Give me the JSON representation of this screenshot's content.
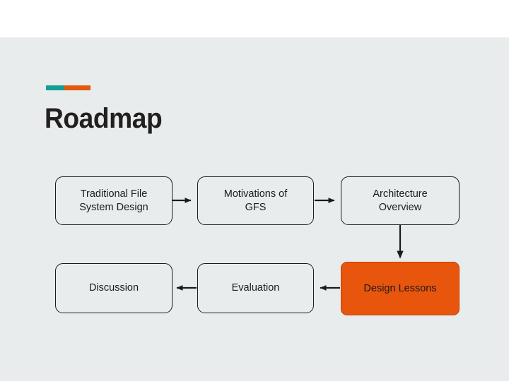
{
  "slide": {
    "title": "Roadmap",
    "background_color": "#e8ecec",
    "top_band_color": "#ffffff",
    "title_color": "#231f20",
    "accent_bar": {
      "left_color": "#179e94",
      "right_color": "#e1590f"
    }
  },
  "flowchart": {
    "node_fill": "#e8ecec",
    "node_border": "#1b1b1b",
    "highlight_fill": "#e8550d",
    "arrow_color": "#1b1b1b",
    "nodes": [
      {
        "id": "traditional-file-system-design",
        "label": "Traditional File\nSystem Design",
        "row": 1,
        "col": 1,
        "highlighted": false
      },
      {
        "id": "motivations-of-gfs",
        "label": "Motivations of\nGFS",
        "row": 1,
        "col": 2,
        "highlighted": false
      },
      {
        "id": "architecture-overview",
        "label": "Architecture\nOverview",
        "row": 1,
        "col": 3,
        "highlighted": false
      },
      {
        "id": "discussion",
        "label": "Discussion",
        "row": 2,
        "col": 1,
        "highlighted": false
      },
      {
        "id": "evaluation",
        "label": "Evaluation",
        "row": 2,
        "col": 2,
        "highlighted": false
      },
      {
        "id": "design-lessons",
        "label": "Design Lessons",
        "row": 2,
        "col": 3,
        "highlighted": true
      }
    ],
    "edges": [
      {
        "from": "traditional-file-system-design",
        "to": "motivations-of-gfs",
        "direction": "right"
      },
      {
        "from": "motivations-of-gfs",
        "to": "architecture-overview",
        "direction": "right"
      },
      {
        "from": "architecture-overview",
        "to": "design-lessons",
        "direction": "down"
      },
      {
        "from": "design-lessons",
        "to": "evaluation",
        "direction": "left"
      },
      {
        "from": "evaluation",
        "to": "discussion",
        "direction": "left"
      }
    ]
  }
}
